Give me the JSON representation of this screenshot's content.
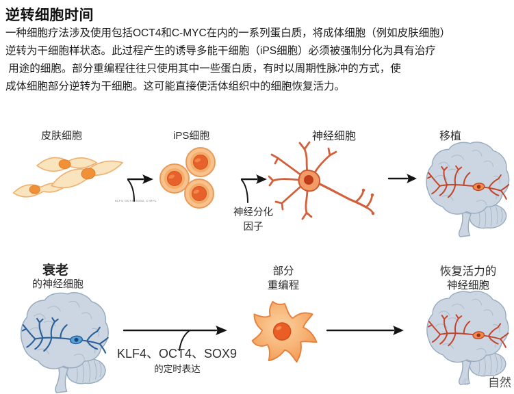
{
  "title": "逆转细胞时间",
  "intro": {
    "line1": "一种细胞疗法涉及使用包括OCT4和C-MYC在内的一系列蛋白质，将成体细胞（例如皮肤细胞）",
    "line2": "逆转为干细胞样状态。此过程产生的诱导多能干细胞（iPS细胞）必须被强制分化为具有治疗",
    "line3": " 用途的细胞。部分重编程往往只使用其中一些蛋白质，有时以周期性脉冲的方式，使",
    "line4": "成体细胞部分逆转为干细胞。这可能直接使活体组织中的细胞恢复活力。"
  },
  "top_flow": {
    "skin_label": "皮肤细胞",
    "reprogram_factors_small": "KLF4, OCT4, SOX2, C-MYC",
    "ips_label": "iPS细胞",
    "neural_diff_label_line1": "神经分化",
    "neural_diff_label_line2": "因子",
    "neuron_label": "神经细胞",
    "transplant_label": "移植"
  },
  "bottom_flow": {
    "aged_label_line1": "衰老",
    "aged_label_line2": "的神经细胞",
    "factors_label": "KLF4、OCT4、SOX9",
    "factors_sublabel": "的定时表达",
    "partial_label_line1": "部分",
    "partial_label_line2": "重编程",
    "revitalized_label_line1": "恢复活力的",
    "revitalized_label_line2": "神经细胞"
  },
  "watermark": {
    "copyright_symbol": "©",
    "source": "自然"
  },
  "colors": {
    "arrow": "#141414",
    "cell_body_light": "#fae4be",
    "cell_outline": "#efaf6e",
    "nucleus_orange": "#f09138",
    "ips_nucleus": "#e7612c",
    "neuron_red": "#d2603a",
    "neuron_soma": "#f29b66",
    "neuron_nucleus": "#be3c1b",
    "brain_fill": "#cbd6e2",
    "brain_outline": "#97aabe",
    "brain_folds": "#aebdcd",
    "in_brain_red": "#c2452a",
    "aged_neuron_blue": "#2b5f98",
    "watermark_gray": "#b3bcc6",
    "source_gray": "#454545"
  }
}
